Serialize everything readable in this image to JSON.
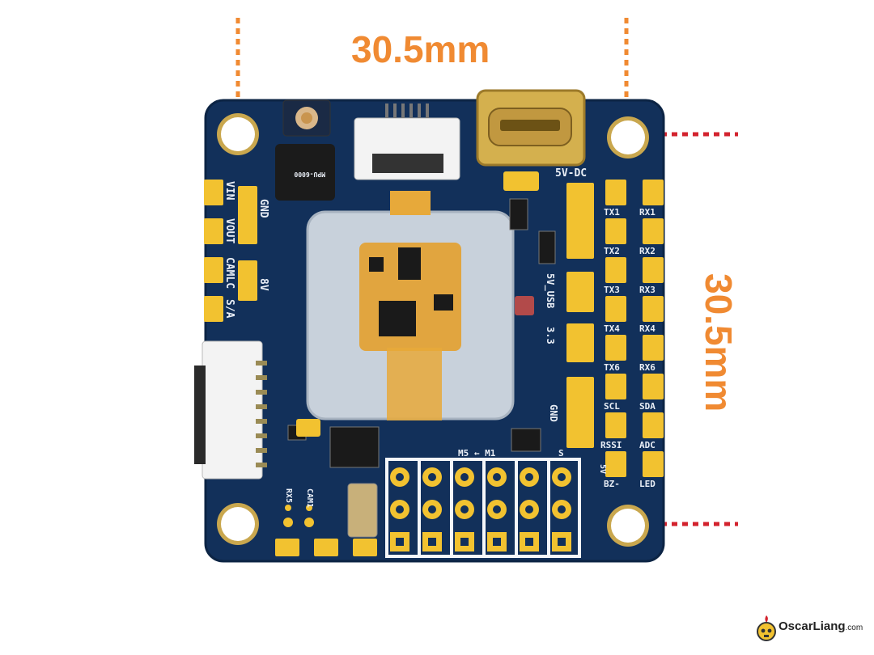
{
  "dimensions": {
    "width_label": "30.5mm",
    "height_label": "30.5mm"
  },
  "board_labels": {
    "power_pads": [
      "VIN",
      "VOUT",
      "CAMLC",
      "S/A"
    ],
    "gnd_left": "GND",
    "v8": "8V",
    "top_right": "5V-DC",
    "usb": "5V_USB",
    "v33": "3.3",
    "gnd_right": "GND",
    "uart_left": [
      "TX1",
      "TX2",
      "TX3",
      "TX4",
      "TX6",
      "SCL",
      "RSSI",
      "BZ-"
    ],
    "uart_right": [
      "RX1",
      "RX2",
      "RX3",
      "RX4",
      "RX6",
      "SDA",
      "ADC",
      "LED"
    ],
    "m_label": "M5 ← M1",
    "s_label": "S",
    "v5_small": "5V",
    "bottom_left": [
      "RX5",
      "CAM1"
    ],
    "chip_text": "MPU-6000"
  },
  "logo": {
    "name": "OscarLiang",
    "suffix": ".com"
  },
  "colors": {
    "board": "#12305a",
    "pad": "#f2c230",
    "accent": "#f08a32",
    "marker": "#d3232e"
  }
}
